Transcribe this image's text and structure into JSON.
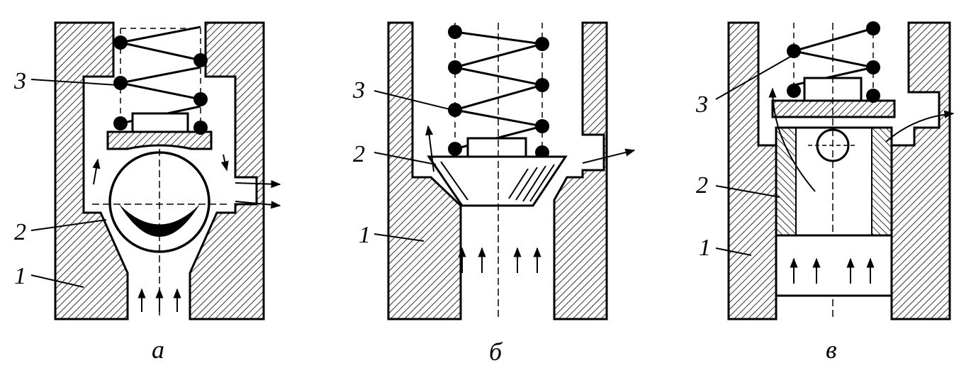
{
  "diagram": {
    "panels": [
      {
        "id": "a",
        "caption": "а",
        "labels": [
          "1",
          "2",
          "3"
        ]
      },
      {
        "id": "b",
        "caption": "б",
        "labels": [
          "1",
          "2",
          "3"
        ]
      },
      {
        "id": "c",
        "caption": "в",
        "labels": [
          "1",
          "2",
          "3"
        ]
      }
    ],
    "colors": {
      "ink": "#000000",
      "paper": "#ffffff"
    }
  }
}
